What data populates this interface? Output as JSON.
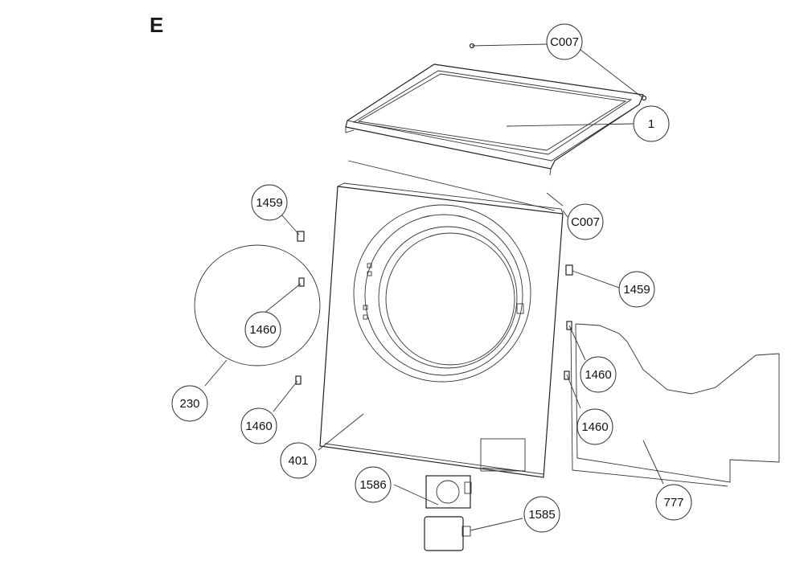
{
  "heading": "E",
  "callouts": {
    "c007_top": "C007",
    "top_panel": "1",
    "c007_mid": "C007",
    "hinge_1459_left": "1459",
    "hinge_1459_right": "1459",
    "door": "230",
    "pin_1460_left_upper": "1460",
    "pin_1460_left_lower": "1460",
    "pin_1460_right_upper": "1460",
    "pin_1460_right_lower": "1460",
    "front_panel": "401",
    "filter_housing": "1586",
    "filter_cover": "1585",
    "plinth": "777"
  }
}
